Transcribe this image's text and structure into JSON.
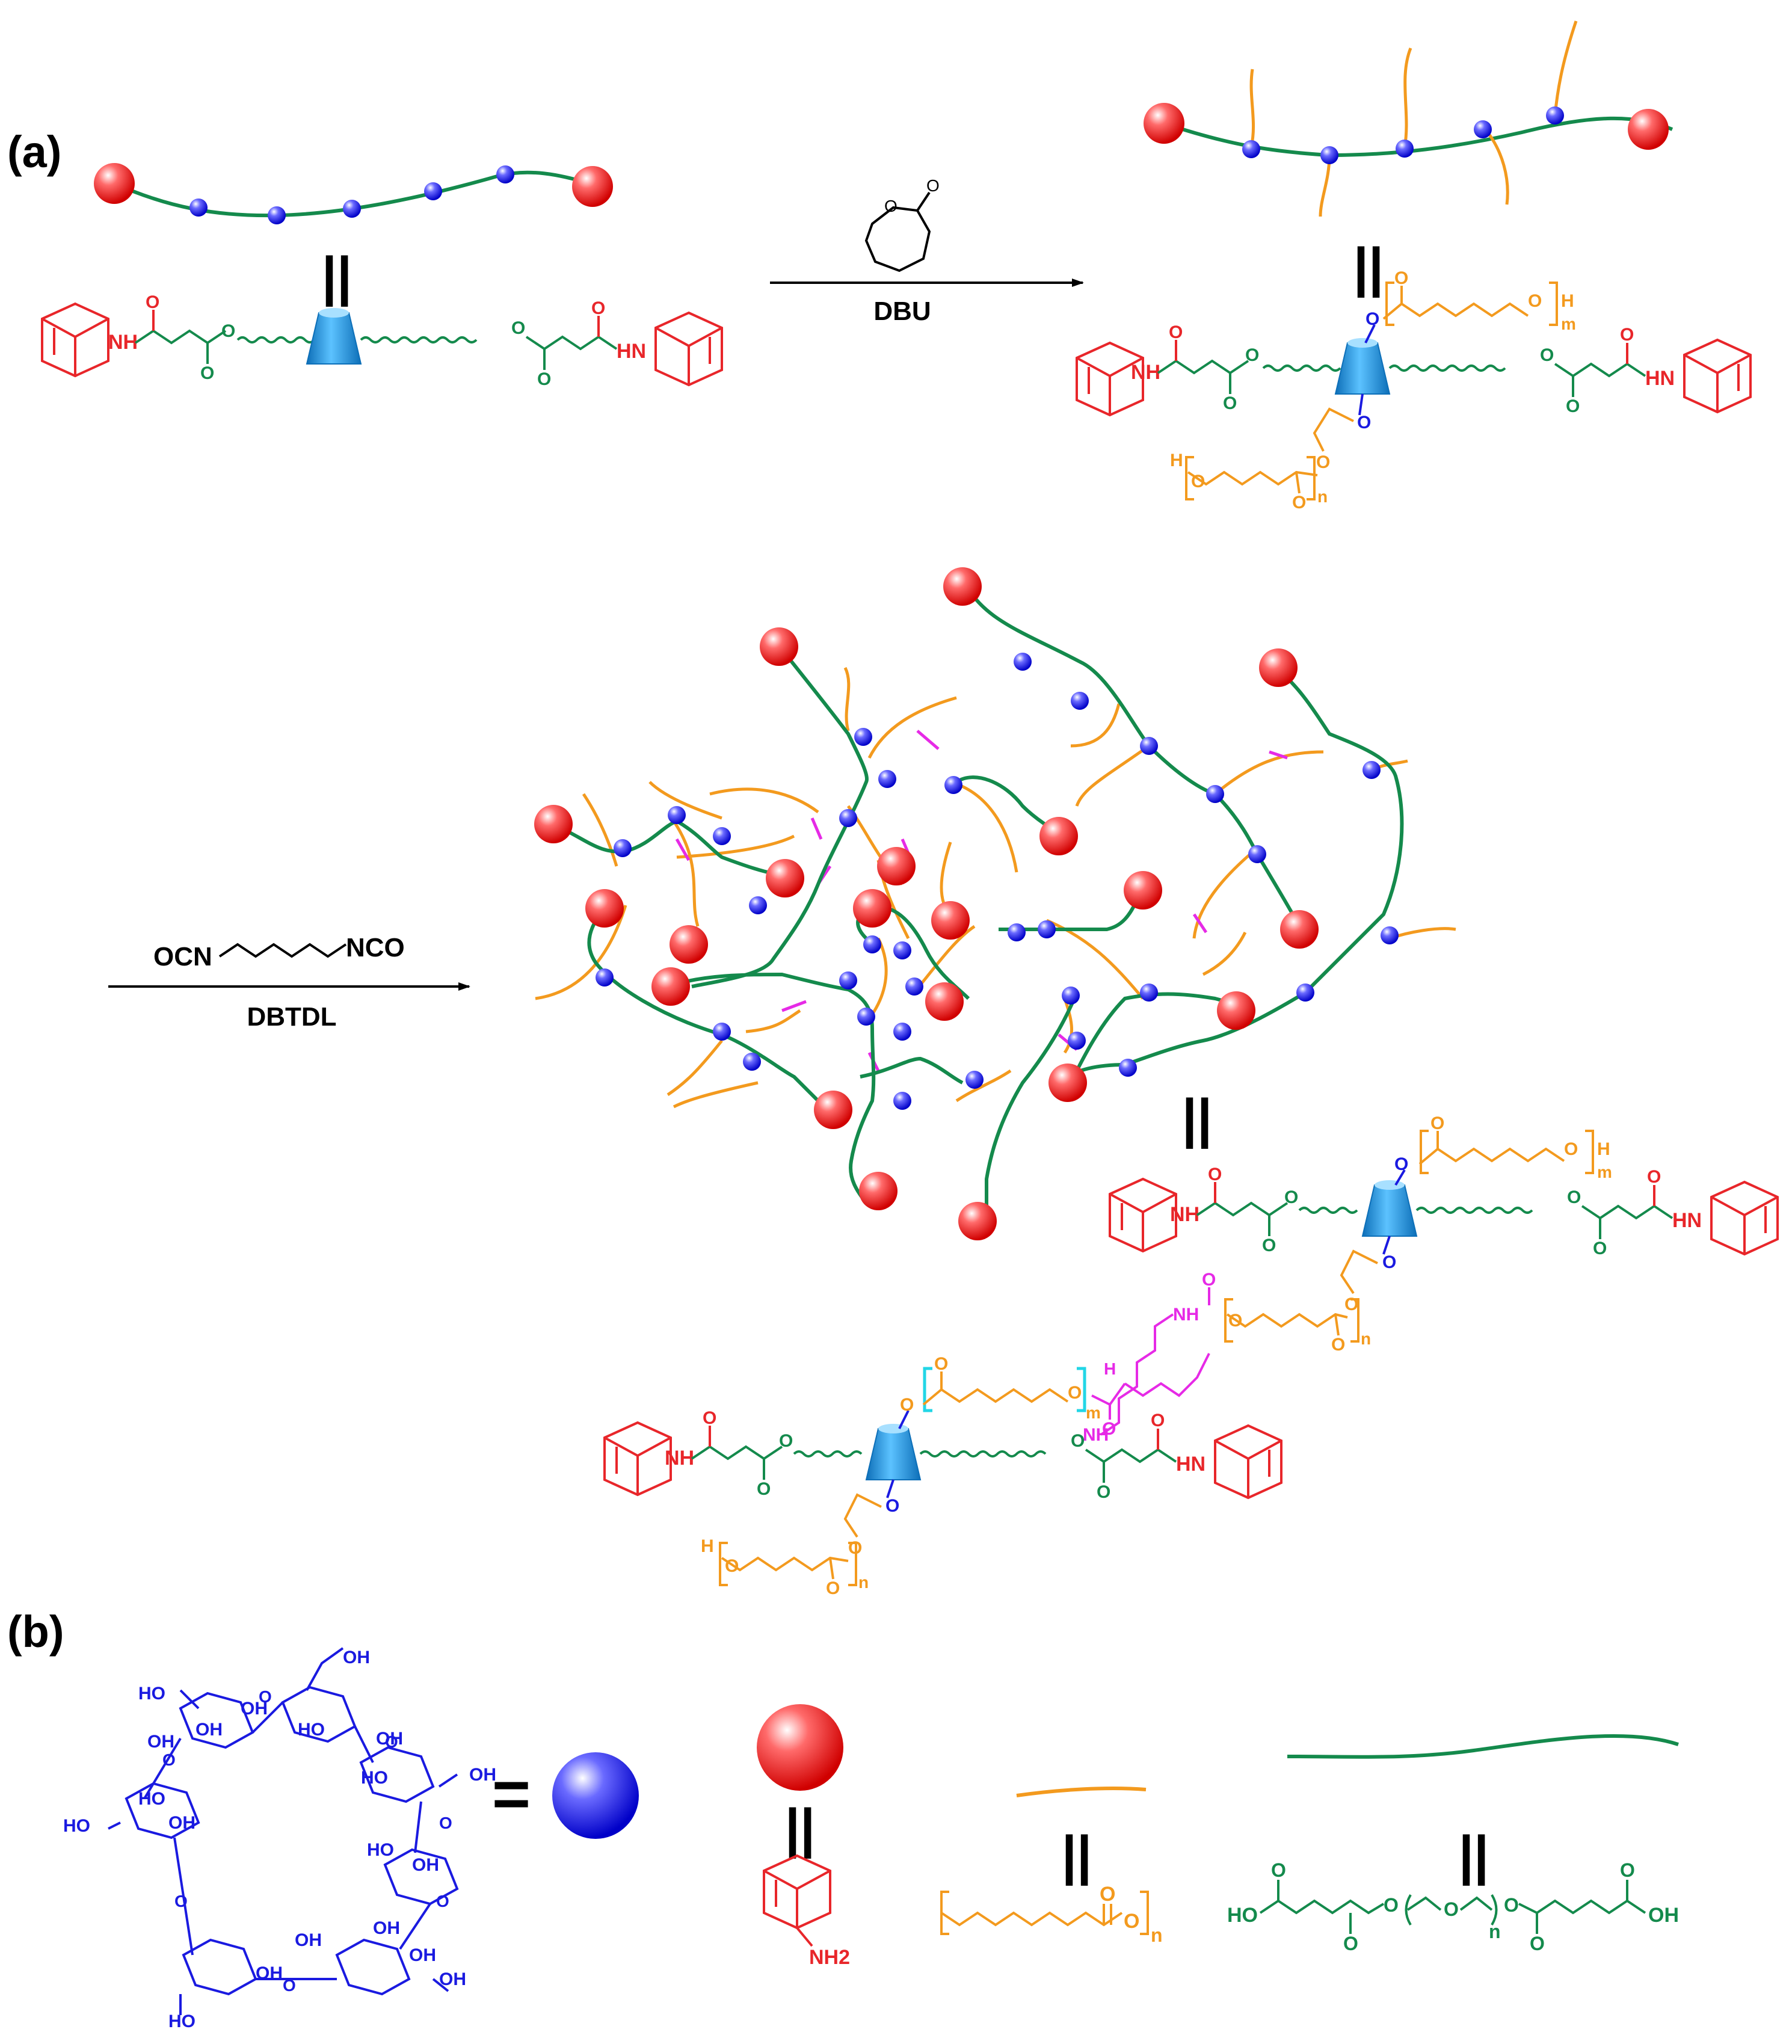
{
  "panels": {
    "a": "(a)",
    "b": "(b)"
  },
  "reagents": {
    "step1_catalyst": "DBU",
    "step2_crosslinker_left": "OCN",
    "step2_crosslinker_right": "NCO",
    "step2_catalyst": "DBTDL"
  },
  "equals": "=",
  "equivalence": "||",
  "chem": {
    "NH": "NH",
    "HN": "HN",
    "O": "O",
    "H": "H",
    "m": "m",
    "n": "n",
    "OH": "OH",
    "HO": "HO",
    "NH2": "NH2"
  },
  "colors": {
    "adamantane": "#e8262a",
    "cyclodextrin": "#1a1ae0",
    "peg": "#148a4c",
    "pcl": "#f39a1e",
    "urethane": "#e62ae6",
    "rotaxane_ring": "#1e8fd6",
    "cyan_bracket": "#22d6e6"
  }
}
